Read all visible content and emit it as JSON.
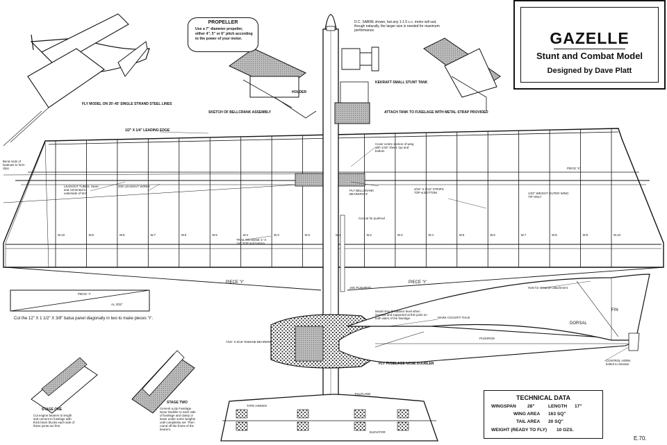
{
  "title_block": {
    "name": "GAZELLE",
    "subtitle": "Stunt and Combat Model",
    "designer": "Designed by Dave Platt"
  },
  "propeller_note": {
    "heading": "PROPELLER",
    "text": "Use a 7\" diameter propeller, either 4\", 5\" or 6\" pitch according to the power of your motor."
  },
  "engine_note": "D.C. SABRE shown, but any 1-1.5 c.c. motor will suit, though naturally, the larger size is needed for maximum performance.",
  "labels": {
    "fly_model": "FLY MODEL ON 35'-45' SINGLE STRAND STEEL LINES",
    "bellcrank_sketch": "SKETCH OF BELLCRANK ASSEMBLY",
    "holder": "HOLDER",
    "tank": "KEKRAFT SMALL STUNT TANK",
    "attach_tank": "ATTACH TANK TO FUSELAGE WITH METAL STRAP PROVIDED",
    "leading_edge": "1/2\" X 1/4\" LEADING EDGE",
    "bend_ends": "Bend ends of leadouts to form clips",
    "cover_centre": "Cover centre section of wing with 1/16\" sheet, top and bottom",
    "leadout_tubes": "LEADOUT TUBES. Sewn and cemented to underside of W.8",
    "leadout_wires": "20G LEADOUT WIRES",
    "ply_bearers": "PLY BELLCRANK BEARERS 'Z'",
    "strips": "3/16\" X 1/16\" STRIPS TOP & BOTTOM",
    "piece_x": "PIECE 'X'",
    "weight_outer": "1/32\" WEIGHT OUTER WING TIP ONLY",
    "cutout_pushrod": "Cut-out for pushrod",
    "trailing_edge": "TRAILING EDGE 1\" X 1/4\" TOP and bottom",
    "piece_y_left": "PIECE 'Y'",
    "piece_y_right": "PIECE 'Y'",
    "pushrod_16g": "16G PUSHROD",
    "hole_streamer": "Hole for streamer attachment",
    "fin": "FIN",
    "dorsal": "DORSAL",
    "pushrod": "PUSHROD",
    "mark_cockpit": "MARK COCKPIT THUS",
    "model_balance": "Model should balance level when inverted and supported at this point on both sides of the fuselage.",
    "engine_bearers": "7/16\" X 5/16\" ENGINE BEARERS",
    "nose_doubler": "PLY FUSELAGE NOSE DOUBLER",
    "control_horn": "CONTROL HORN bolted to elevator",
    "piece_y_small": "PIECE 'Y'",
    "balsa_dim": "AL 3/32\"",
    "cut_panel": "Cut the 12\" X 1 1/2\" X 3/8\" balsa panel diagonally in two to make pieces 'Y'.",
    "stage_one_title": "STAGE ONE",
    "stage_one_text": "Cut engine bearers to length and cement to fuselage with thick block blocks each side of these joints are firm.",
    "stage_two_title": "STAGE TWO",
    "stage_two_text": "Cement a ply Fuselage Nose Doubler to each side of fuselage and clamp or leave under some weights until completely set. Then round off the fronts of the bearers.",
    "tape_hinges": "TAPE HINGES",
    "tailplane": "TAILPLANE",
    "elevator": "ELEVATOR",
    "signature": "E.70."
  },
  "rib_labels": [
    "W.10",
    "W.9",
    "W.8",
    "W.7",
    "W.6",
    "W.5",
    "W.4",
    "W.3",
    "W.2",
    "W.1",
    "W.2",
    "W.3",
    "W.4",
    "W.5",
    "W.6",
    "W.7",
    "W.8",
    "W.9",
    "W.10"
  ],
  "technical_data": {
    "heading": "TECHNICAL DATA",
    "wingspan_label": "WINGSPAN",
    "wingspan_value": "28\"",
    "length_label": "LENGTH",
    "length_value": "17\"",
    "wing_area_label": "WING AREA",
    "wing_area_value": "163 SQ\"",
    "tail_area_label": "TAIL AREA",
    "tail_area_value": "20 SQ\"",
    "weight_label": "WEIGHT (READY TO FLY)",
    "weight_value": "10 OZS."
  }
}
